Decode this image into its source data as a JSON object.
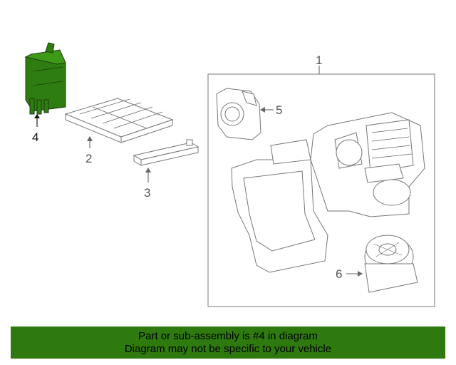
{
  "callouts": {
    "c1": "1",
    "c2": "2",
    "c3": "3",
    "c4": "4",
    "c5": "5",
    "c6": "6"
  },
  "banner": {
    "line1": "Part or sub-assembly is #4 in diagram",
    "line2": "Diagram may not be specific to your vehicle"
  },
  "colors": {
    "highlight": "#2e7d10",
    "banner_bg": "#2f7a0f"
  }
}
